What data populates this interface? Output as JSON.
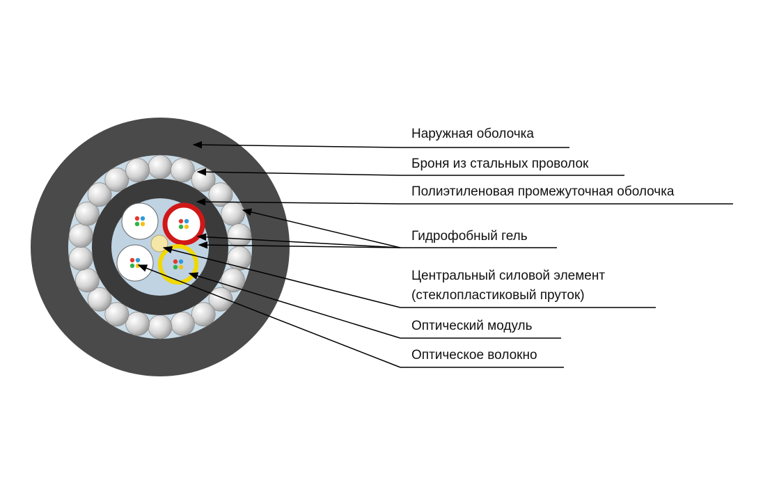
{
  "labels": {
    "outer_sheath": "Наружная оболочка",
    "steel_armor": "Броня из стальных проволок",
    "pe_inner_sheath": "Полиэтиленовая промежуточная оболочка",
    "hydrophobic_gel": "Гидрофобный гель",
    "central_member_line1": "Центральный силовой элемент",
    "central_member_line2": "(стеклопластиковый пруток)",
    "optical_module": "Оптический модуль",
    "optical_fiber": "Оптическое волокно"
  },
  "colors": {
    "outer_sheath": "#4a4a4a",
    "inner_sheath": "#3b3b3b",
    "armor_gap": "#c9dbe7",
    "armor_wire": "#c8c8c8",
    "core_fill": "#bfd3e3",
    "module_red": "#d01818",
    "module_yellow": "#f0d800",
    "module_white": "#ffffff",
    "central_member": "#f5e7a8",
    "fiber_colors": [
      "#e23a2e",
      "#2e9ad8",
      "#2db34b",
      "#f1c21b"
    ]
  }
}
